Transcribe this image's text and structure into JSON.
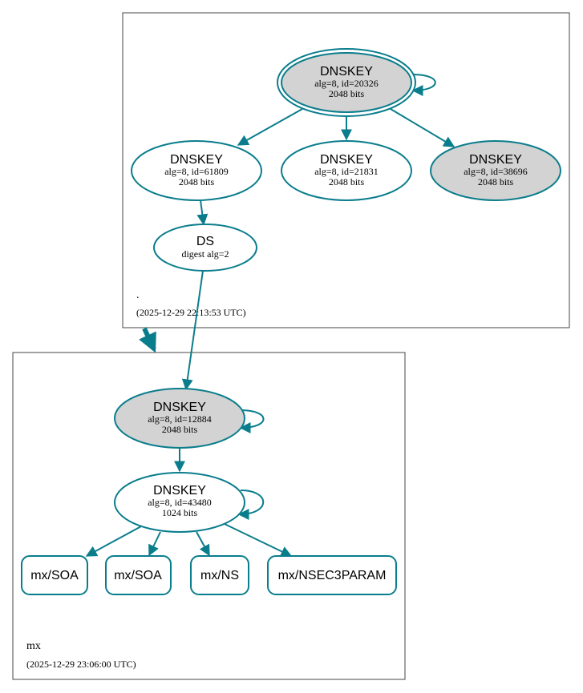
{
  "colors": {
    "edge": "#0a7d8c",
    "trusted_fill": "#d3d3d3",
    "node_fill": "#ffffff"
  },
  "zones": {
    "root": {
      "name": ".",
      "timestamp": "(2025-12-29 22:13:53 UTC)"
    },
    "mx": {
      "name": "mx",
      "timestamp": "(2025-12-29 23:06:00 UTC)"
    }
  },
  "nodes": {
    "root_ksk": {
      "title": "DNSKEY",
      "line1": "alg=8, id=20326",
      "line2": "2048 bits"
    },
    "root_zsk1": {
      "title": "DNSKEY",
      "line1": "alg=8, id=61809",
      "line2": "2048 bits"
    },
    "root_zsk2": {
      "title": "DNSKEY",
      "line1": "alg=8, id=21831",
      "line2": "2048 bits"
    },
    "root_zsk3": {
      "title": "DNSKEY",
      "line1": "alg=8, id=38696",
      "line2": "2048 bits"
    },
    "ds": {
      "title": "DS",
      "line1": "digest alg=2"
    },
    "mx_ksk": {
      "title": "DNSKEY",
      "line1": "alg=8, id=12884",
      "line2": "2048 bits"
    },
    "mx_zsk": {
      "title": "DNSKEY",
      "line1": "alg=8, id=43480",
      "line2": "1024 bits"
    }
  },
  "rrsets": [
    {
      "label": "mx/SOA"
    },
    {
      "label": "mx/SOA"
    },
    {
      "label": "mx/NS"
    },
    {
      "label": "mx/NSEC3PARAM"
    }
  ]
}
